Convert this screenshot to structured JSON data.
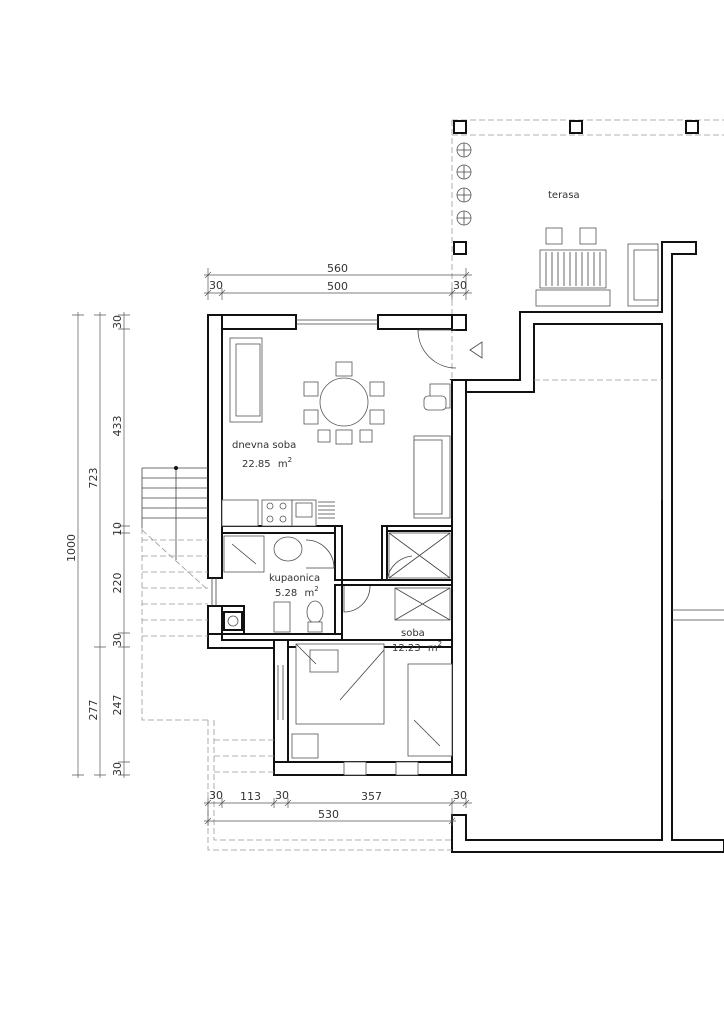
{
  "rooms": {
    "living": {
      "name": "dnevna soba",
      "area": "22.85",
      "unit": "m",
      "exp": "2"
    },
    "bathroom": {
      "name": "kupaonica",
      "area": "5.28",
      "unit": "m",
      "exp": "2"
    },
    "bedroom": {
      "name": "soba",
      "area": "12.23",
      "unit": "m",
      "exp": "2"
    },
    "terrace": {
      "name": "terasa"
    }
  },
  "dimensions": {
    "top": {
      "total": "560",
      "left_wall": "30",
      "inner": "500",
      "right_wall": "30"
    },
    "bottom": {
      "w1": "30",
      "d1": "113",
      "w2": "30",
      "d2": "357",
      "w3": "30",
      "total": "530"
    },
    "left": {
      "total": "1000",
      "upper": "723",
      "lower": "277",
      "s1": "30",
      "s2": "433",
      "s3": "10",
      "s4": "220",
      "s5": "30",
      "s6": "247",
      "s7": "30"
    }
  }
}
